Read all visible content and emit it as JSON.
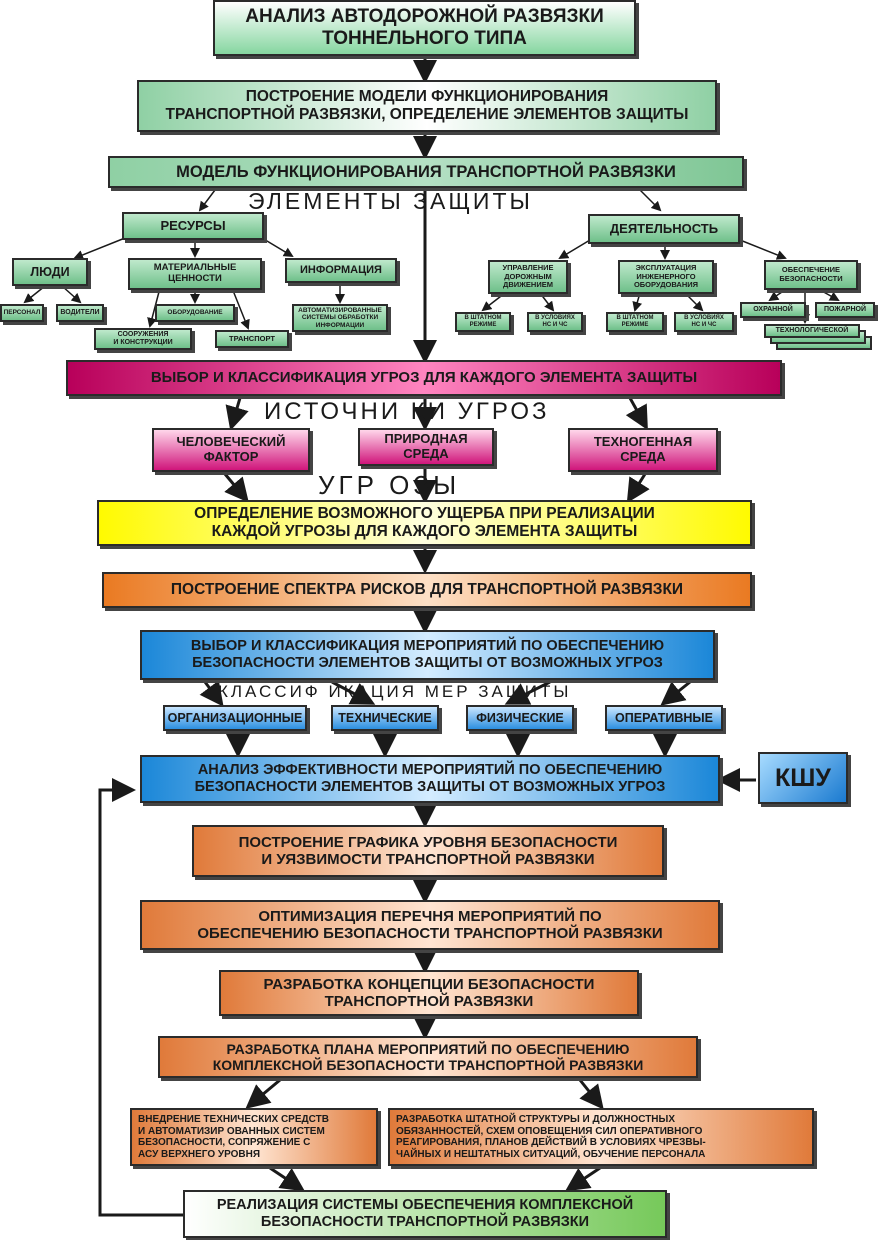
{
  "nodes": {
    "n1": "АНАЛИЗ АВТОДОРОЖНОЙ РАЗВЯЗКИ\nТОННЕЛЬНОГО ТИПА",
    "n2": "ПОСТРОЕНИЕ МОДЕЛИ ФУНКЦИОНИРОВАНИЯ\nТРАНСПОРТНОЙ РАЗВЯЗКИ, ОПРЕДЕЛЕНИЕ ЭЛЕМЕНТОВ ЗАЩИТЫ",
    "n3": "МОДЕЛЬ ФУНКЦИОНИРОВАНИЯ ТРАНСПОРТНОЙ РАЗВЯЗКИ",
    "resources": "РЕСУРСЫ",
    "people": "ЛЮДИ",
    "material": "МАТЕРИАЛЬНЫЕ\nЦЕННОСТИ",
    "information": "ИНФОРМАЦИЯ",
    "personnel": "ПЕРСОНАЛ",
    "drivers": "ВОДИТЕЛИ",
    "structures": "СООРУЖЕНИЯ\nИ КОНСТРУКЦИИ",
    "equipment": "ОБОРУДОВАНИЕ",
    "transport": "ТРАНСПОРТ",
    "asu": "АВТОМАТИЗИРОВАННЫЕ\nСИСТЕМЫ ОБРАБОТКИ\nИНФОРМАЦИИ",
    "activity": "ДЕЯТЕЛЬНОСТЬ",
    "traffic": "УПРАВЛЕНИЕ\nДОРОЖНЫМ\nДВИЖЕНИЕМ",
    "engineering": "ЭКСПЛУАТАЦИЯ\nИНЖЕНЕРНОГО\nОБОРУДОВАНИЯ",
    "safety": "ОБЕСПЕЧЕНИЕ\nБЕЗОПАСНОСТИ",
    "t_normal": "В ШТАТНОМ\nРЕЖИМЕ",
    "t_emergency": "В УСЛОВИЯХ\nНС И ЧС",
    "e_normal": "В ШТАТНОМ\nРЕЖИМЕ",
    "e_emergency": "В УСЛОВИЯХ\nНС И ЧС",
    "guard": "ОХРАННОЙ",
    "fire": "ПОЖАРНОЙ",
    "tech": "ТЕХНОЛОГИЧЕСКОЙ",
    "n4": "ВЫБОР И КЛАССИФИКАЦИЯ УГРОЗ ДЛЯ КАЖДОГО ЭЛЕМЕНТА ЗАЩИТЫ",
    "human": "ЧЕЛОВЕЧЕСКИЙ\nФАКТОР",
    "nature": "ПРИРОДНАЯ\nСРЕДА",
    "technogenic": "ТЕХНОГЕННАЯ\nСРЕДА",
    "n5": "ОПРЕДЕЛЕНИЕ ВОЗМОЖНОГО УЩЕРБА ПРИ РЕАЛИЗАЦИИ\nКАЖДОЙ УГРОЗЫ ДЛЯ КАЖДОГО ЭЛЕМЕНТА ЗАЩИТЫ",
    "n6": "ПОСТРОЕНИЕ СПЕКТРА РИСКОВ ДЛЯ ТРАНСПОРТНОЙ РАЗВЯЗКИ",
    "n7": "ВЫБОР И КЛАССИФИКАЦИЯ МЕРОПРИЯТИЙ ПО ОБЕСПЕЧЕНИЮ\nБЕЗОПАСНОСТИ ЭЛЕМЕНТОВ ЗАЩИТЫ ОТ ВОЗМОЖНЫХ УГРОЗ",
    "org": "ОРГАНИЗАЦИОННЫЕ",
    "technical": "ТЕХНИЧЕСКИЕ",
    "physical": "ФИЗИЧЕСКИЕ",
    "operative": "ОПЕРАТИВНЫЕ",
    "n8": "АНАЛИЗ ЭФФЕКТИВНОСТИ МЕРОПРИЯТИЙ ПО ОБЕСПЕЧЕНИЮ\nБЕЗОПАСНОСТИ ЭЛЕМЕНТОВ ЗАЩИТЫ ОТ ВОЗМОЖНЫХ УГРОЗ",
    "ksu": "КШУ",
    "n9": "ПОСТРОЕНИЕ ГРАФИКА УРОВНЯ БЕЗОПАСНОСТИ\nИ УЯЗВИМОСТИ ТРАНСПОРТНОЙ РАЗВЯЗКИ",
    "n10": "ОПТИМИЗАЦИЯ ПЕРЕЧНЯ МЕРОПРИЯТИЙ ПО\nОБЕСПЕЧЕНИЮ БЕЗОПАСНОСТИ ТРАНСПОРТНОЙ РАЗВЯЗКИ",
    "n11": "РАЗРАБОТКА КОНЦЕПЦИИ БЕЗОПАСНОСТИ\nТРАНСПОРТНОЙ РАЗВЯЗКИ",
    "n12": "РАЗРАБОТКА ПЛАНА МЕРОПРИЯТИЙ ПО ОБЕСПЕЧЕНИЮ\nКОМПЛЕКСНОЙ БЕЗОПАСНОСТИ ТРАНСПОРТНОЙ РАЗВЯЗКИ",
    "n13a": "ВНЕДРЕНИЕ ТЕХНИЧЕСКИХ СРЕДСТВ\nИ АВТОМАТИЗИР ОВАННЫХ СИСТЕМ\nБЕЗОПАСНОСТИ, СОПРЯЖЕНИЕ С\nАСУ ВЕРХНЕГО УРОВНЯ",
    "n13b": "РАЗРАБОТКА ШТАТНОЙ СТРУКТУРЫ И ДОЛЖНОСТНЫХ\nОБЯЗАННОСТЕЙ, СХЕМ ОПОВЕЩЕНИЯ СИЛ ОПЕРАТИВНОГО\nРЕАГИРОВАНИЯ, ПЛАНОВ ДЕЙСТВИЙ В УСЛОВИЯХ ЧРЕЗВЫ-\nЧАЙНЫХ И НЕШТАТНЫХ СИТУАЦИЙ, ОБУЧЕНИЕ ПЕРСОНАЛА",
    "n14": "РЕАЛИЗАЦИЯ СИСТЕМЫ ОБЕСПЕЧЕНИЯ КОМПЛЕКСНОЙ\nБЕЗОПАСНОСТИ ТРАНСПОРТНОЙ РАЗВЯЗКИ"
  },
  "labels": {
    "protection_elements": "ЭЛЕМЕНТЫ ЗАЩИТЫ",
    "threat_sources": "ИСТОЧНИ КИ УГРОЗ",
    "threats": "УГР ОЗЫ",
    "measures_classification": "КЛАССИФ ИКАЦИЯ МЕР ЗАЩИТЫ"
  }
}
